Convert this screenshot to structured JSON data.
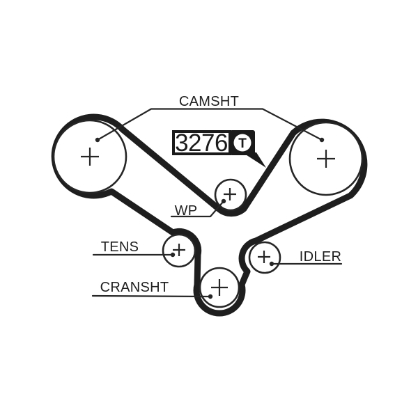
{
  "diagram": {
    "type": "timing-belt-routing",
    "labels": {
      "camshaft": "CAMSHT",
      "water_pump": "WP",
      "tensioner": "TENS",
      "crankshaft": "CRANSHT",
      "idler": "IDLER"
    },
    "badge": {
      "part_number": "3276",
      "logo_letter": "T"
    },
    "colors": {
      "background": "#ffffff",
      "belt": "#1e1e1e",
      "outline": "#262626",
      "label_text": "#1f1f1f",
      "badge_black": "#1a1a1a"
    }
  }
}
